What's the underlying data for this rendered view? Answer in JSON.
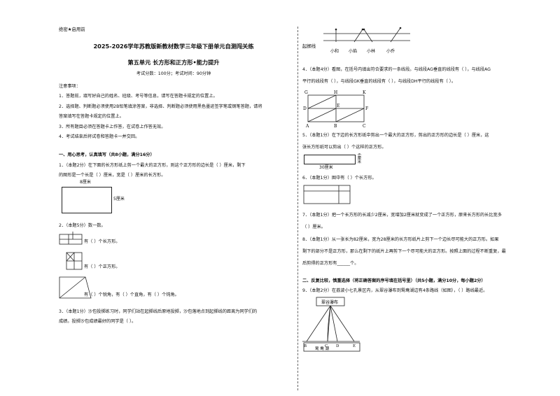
{
  "header": {
    "secret": "绝密★启用前",
    "title": "2025-2026学年苏教版新教材数学三年级下册单元自测闯关练",
    "subtitle": "第五单元  长方形和正方形•能力提升",
    "meta": "考试分数：100分；考试时间：90分钟"
  },
  "notes": {
    "heading": "注意事项：",
    "items": [
      "1．答题前，填写好自己的姓名、班级、考号等信息，请写在答题卡规定的位置上。",
      "2．选择题、判断题必须使用2B铅笔填涂答案，非选择、判断题必须使用黑色墨迹签字笔或钢笔答题，请将",
      "答案填写在答题卡规定的位置上。",
      "3．所有题目必须在答题卡上作答，在试卷上作答无效。",
      "4．考试结束后将试卷和答题卡一并交回。"
    ]
  },
  "section1": {
    "heading": "一、用心思考，认真填写（共8小题，满分16分）",
    "q1_line1": "1．（本题2分）在下面的长方形纸上剪一个最大的正方形，则这个正方形的边长是（          ）厘米，剩下",
    "q1_line2": "的图形是一个长是（          ）厘米，宽是（          ）厘米的长方形。",
    "q1_top_label": "8厘米",
    "q1_side_label": "5厘米",
    "q2_line": "2．（本题5分）数一数。",
    "q2_a": "有（      ）个长方形。",
    "q2_b": "有（      ）个正方形。",
    "q2_c": "有（      ）个锐角，有（      ）个直角，有（      ）个钝角。",
    "q3_line1": "3．（本题1分）沙包投掷练习时，同学们站在起掷线后原地投掷，沙包落地点到起掷线的距离为同学们的",
    "q3_line2": "成绩。投掷沙包成绩最好的同学是（      ）。"
  },
  "right": {
    "q3_start_label": "起掷线",
    "q3_names": [
      "小和",
      "小焰",
      "小林",
      "小乔"
    ],
    "q4_line1": "4．（本题4分）看图，在括号内填出符合要求的一条线段。与线段AG垂直的线段有（          ），与线段AG",
    "q4_line2": "平行的线段有（          ），与线段GK垂直的线段有（          ），与线段DH平行的线段有（          ）。",
    "q4_points": [
      "G",
      "H",
      "K",
      "D",
      "E",
      "F",
      "A",
      "B",
      "C"
    ],
    "q5_line1": "5．（本题1分）在下边的长方形纸中剪出一个最大的正方形，剪出的正方形的边长是（          ）厘米，这",
    "q5_line2": "张长方形纸可以剪出（          ）个这样的正方形。",
    "q5_bottom_label": "30厘米",
    "q5_side_label": "6厘米",
    "q6_line": "6．（本题1分）图中有（          ）个长方形。",
    "q7_line1": "7．（本题1分）把一个长方形的长减少2厘米，宽增加2厘米就变成了一个正方形，原来长方形的长比宽多",
    "q7_line2": "（          ）厘米。",
    "q8_line1": "8．（本题1分）从一张长为82厘米，宽为28厘米的长方形纸片上剪下一个边长尽可能大的正方形。如果",
    "q8_line2": "剩下的部分不是正方形，那么在剩下的纸片上再剪下一个尽可能大的正方形。按照上面的过程不断重复，最",
    "q8_line3": "后剪得的正方形有______个。",
    "section2_heading": "二、反复比较，慎重选择（将正确答案的序号填在括号里）（共5小题，满分10分，每小题2分）",
    "q9_line": "9．（本题2分）在荔波小七孔景区内，从翠谷瀑布到鸳鸯湖边有4条路线（如图），（      ）路线最近。",
    "q9_top_label": "翠谷瀑布",
    "q9_points": [
      "B",
      "C",
      "D",
      "E"
    ],
    "q9_bottom_label": "鸳    鸯    湖"
  }
}
